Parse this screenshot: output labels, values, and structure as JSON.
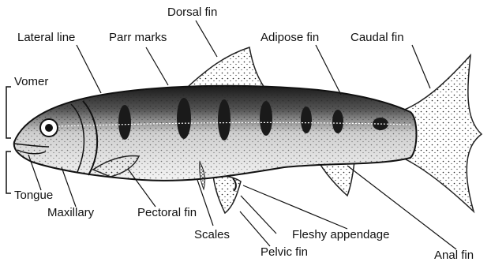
{
  "labels": {
    "dorsal_fin": "Dorsal fin",
    "lateral_line": "Lateral line",
    "parr_marks": "Parr marks",
    "adipose_fin": "Adipose fin",
    "caudal_fin": "Caudal fin",
    "vomer": "Vomer",
    "tongue": "Tongue",
    "maxillary": "Maxillary",
    "pectoral_fin": "Pectoral fin",
    "scales": "Scales",
    "fleshy_appendage": "Fleshy appendage",
    "pelvic_fin": "Pelvic fin",
    "anal_fin": "Anal fin"
  }
}
